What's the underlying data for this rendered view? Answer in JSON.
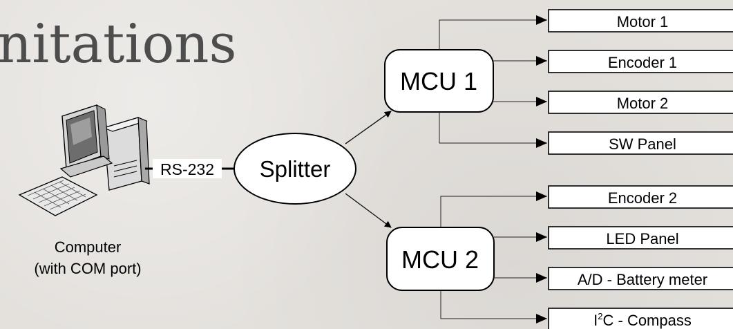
{
  "title_fragment": "nitations",
  "computer": {
    "line1": "Computer",
    "line2": "(with COM port)"
  },
  "link_label": "RS-232",
  "splitter_label": "Splitter",
  "mcu1": {
    "label": "MCU 1",
    "outputs": [
      "Motor 1",
      "Encoder 1",
      "Motor 2",
      "SW Panel"
    ]
  },
  "mcu2": {
    "label": "MCU 2",
    "outputs": [
      "Encoder 2",
      "LED Panel",
      "A/D - Battery meter"
    ],
    "i2c_output": {
      "prefix": "I",
      "sup": "2",
      "rest": "C - Compass"
    }
  }
}
